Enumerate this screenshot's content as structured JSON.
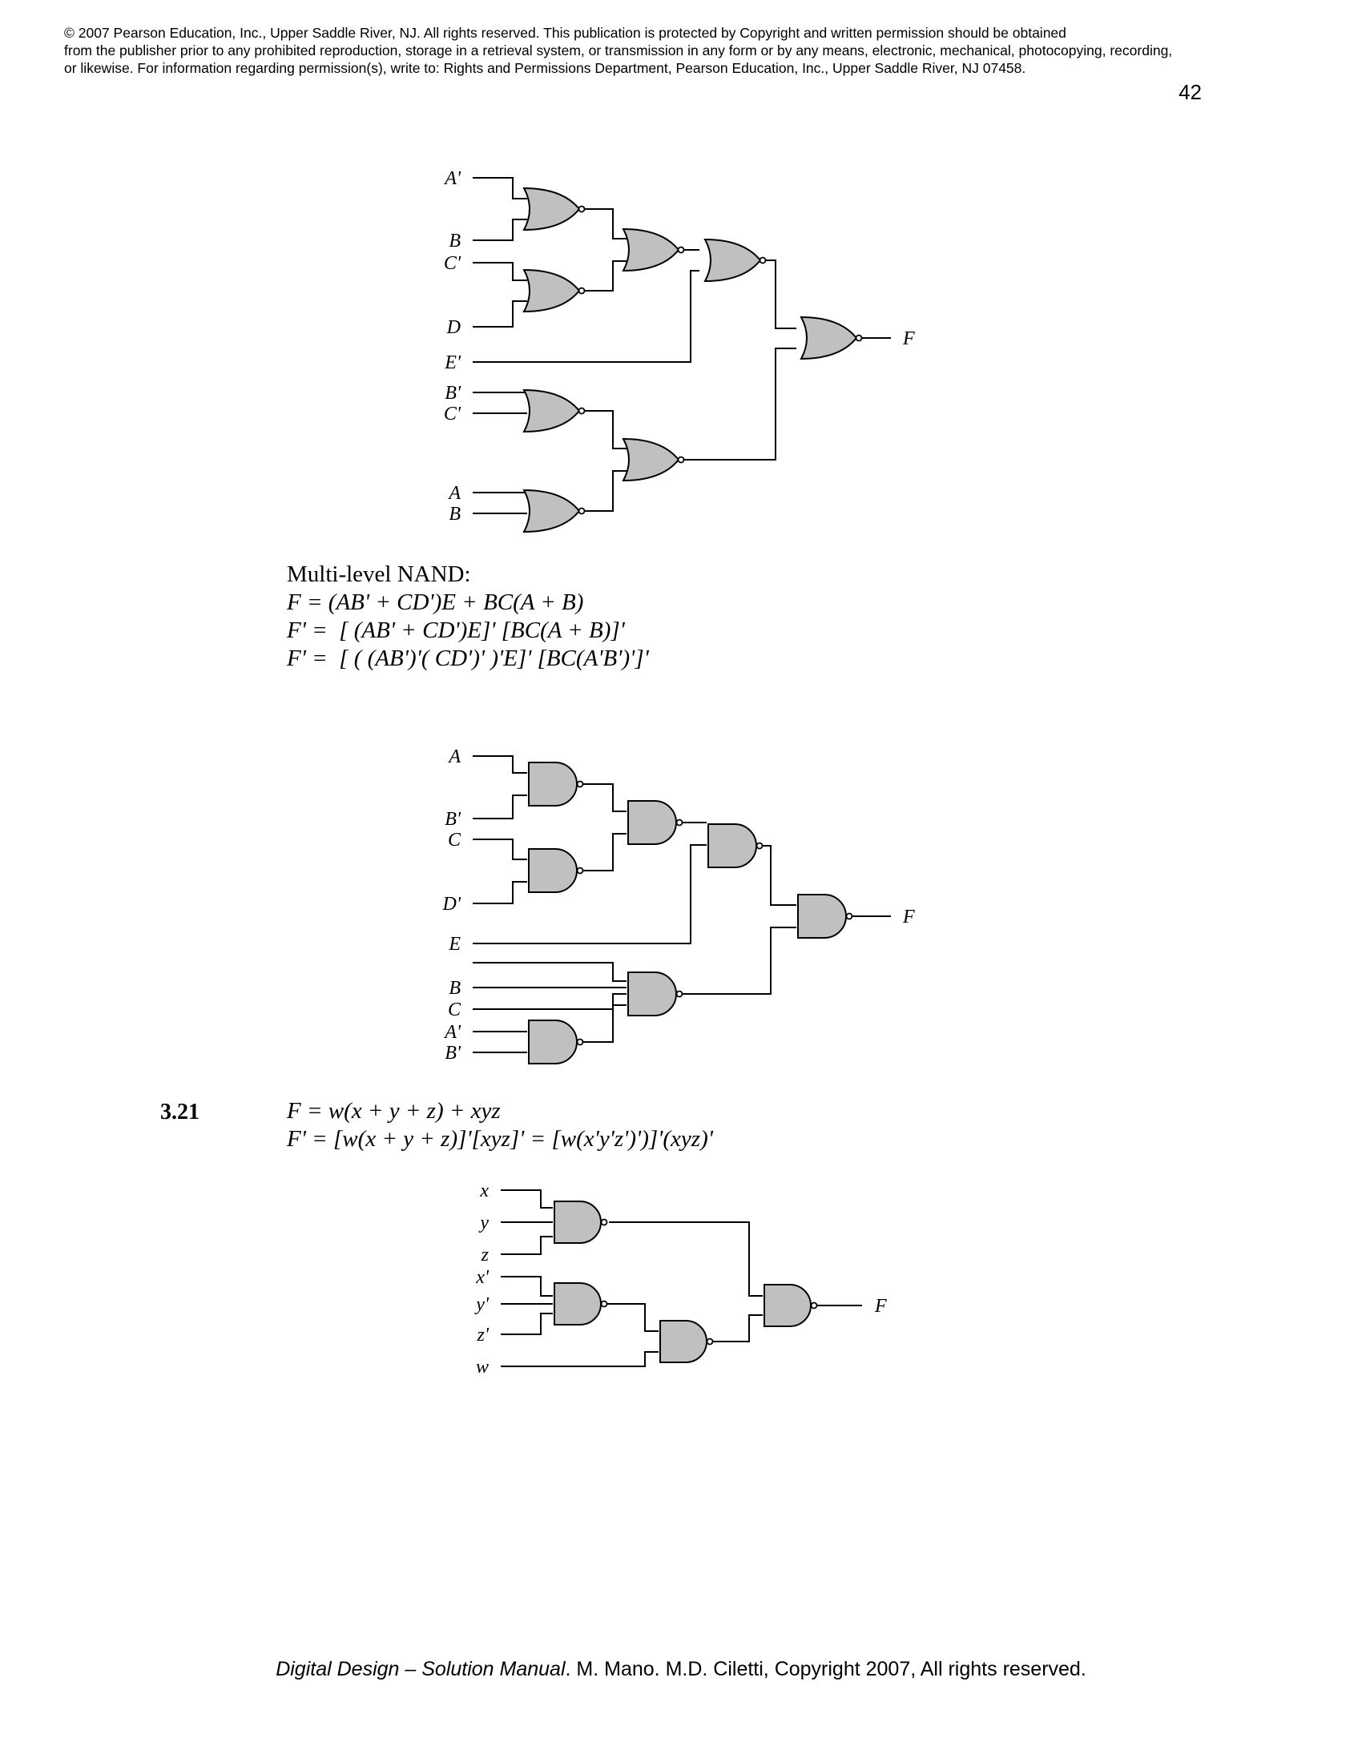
{
  "header": {
    "copyright_lines": [
      "© 2007 Pearson Education, Inc., Upper Saddle River, NJ.  All rights reserved. This publication is protected by Copyright and written permission should be obtained",
      "from the publisher prior to any prohibited reproduction, storage in a retrieval system,  or transmission in any form or by any means, electronic, mechanical, photocopying, recording,",
      "or  likewise.  For information regarding permission(s), write to:  Rights and Permissions Department, Pearson Education, Inc., Upper Saddle River, NJ 07458."
    ],
    "page_number": "42"
  },
  "nor_circuit": {
    "labels": [
      "A'",
      "B",
      "C'",
      "D",
      "E'",
      "B'",
      "C'",
      "A",
      "B"
    ],
    "output": "F"
  },
  "nand_section": {
    "heading": "Multi-level NAND:",
    "equations": [
      "F = (AB' + CD')E + BC(A + B)",
      "F' =  [ (AB' + CD')E]' [BC(A + B)]'",
      "F' =  [ ( (AB')'( CD')' )'E]' [BC(A'B')']'"
    ]
  },
  "nand_circuit": {
    "labels": [
      "A",
      "B'",
      "C",
      "D'",
      "E",
      "B",
      "C",
      "A'",
      "B'"
    ],
    "output": "F"
  },
  "problem": {
    "number": "3.21",
    "equations": [
      "F = w(x + y + z) + xyz",
      "F' = [w(x + y + z)]'[xyz]' = [w(x'y'z')')]'(xyz)'"
    ]
  },
  "nand_circuit_2": {
    "labels": [
      "x",
      "y",
      "z",
      "x'",
      "y'",
      "z'",
      "w"
    ],
    "output": "F"
  },
  "footer": {
    "title": "Digital Design – Solution Manual",
    "rest": ". M. Mano. M.D. Ciletti, Copyright 2007, All rights reserved."
  }
}
